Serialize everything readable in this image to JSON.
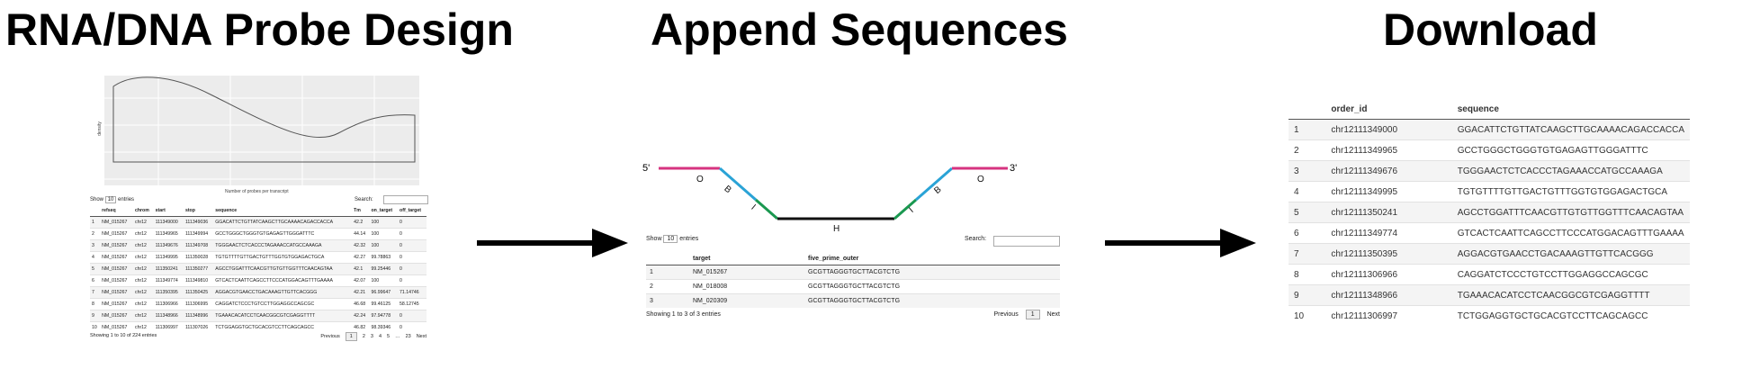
{
  "headings": {
    "design": "RNA/DNA Probe Design",
    "append": "Append Sequences",
    "download": "Download"
  },
  "panel1": {
    "plot": {
      "xlabel": "Number of probes per transcript",
      "ylabel": "density",
      "background": "#ececec",
      "curve_color": "#555555"
    },
    "show_label": "Show",
    "entries_value": "10",
    "entries_label": "entries",
    "search_label": "Search:",
    "columns": [
      "",
      "refseq",
      "chrom",
      "start",
      "stop",
      "sequence",
      "Tm",
      "on_target",
      "off_target"
    ],
    "rows": [
      [
        "1",
        "NM_015267",
        "chr12",
        "111349000",
        "111349036",
        "GGACATTCTGTTATCAAGCTTGCAAAACAGACCACCA",
        "42.2",
        "100",
        "0"
      ],
      [
        "2",
        "NM_015267",
        "chr12",
        "111349965",
        "111349994",
        "GCCTGGGCTGGGTGTGAGAGTTGGGATTTC",
        "44.14",
        "100",
        "0"
      ],
      [
        "3",
        "NM_015267",
        "chr12",
        "111349676",
        "111349708",
        "TGGGAACTCTCACCCTAGAAACCATGCCAAAGA",
        "42.32",
        "100",
        "0"
      ],
      [
        "4",
        "NM_015267",
        "chr12",
        "111349995",
        "111350028",
        "TGTGTTTTGTTGACTGTTTGGTGTGGAGACTGCA",
        "42.27",
        "99.78863",
        "0"
      ],
      [
        "5",
        "NM_015267",
        "chr12",
        "111350241",
        "111350277",
        "AGCCTGGATTTCAACGTTGTGTTGGTTTCAACAGTAA",
        "42.1",
        "99.25446",
        "0"
      ],
      [
        "6",
        "NM_015267",
        "chr12",
        "111349774",
        "111349810",
        "GTCACTCAATTCAGCCTTCCCATGGACAGTTTGAAAA",
        "42.07",
        "100",
        "0"
      ],
      [
        "7",
        "NM_015267",
        "chr12",
        "111350395",
        "111350425",
        "AGGACGTGAACCTGACAAAGTTGTTCACGGG",
        "42.21",
        "96.99647",
        "71.14746"
      ],
      [
        "8",
        "NM_015267",
        "chr12",
        "111306966",
        "111306995",
        "CAGGATCTCCCTGTCCTTGGAGGCCAGCGC",
        "46.68",
        "99.46125",
        "58.12745"
      ],
      [
        "9",
        "NM_015267",
        "chr12",
        "111348966",
        "111348996",
        "TGAAACACATCCTCAACGGCGTCGAGGTTTT",
        "42.24",
        "97.94778",
        "0"
      ],
      [
        "10",
        "NM_015267",
        "chr12",
        "111306997",
        "111307026",
        "TCTGGAGGTGCTGCACGTCCTTCAGCAGCC",
        "46.82",
        "98.39346",
        "0"
      ]
    ],
    "info": "Showing 1 to 10 of 224 entries",
    "pager": {
      "prev": "Previous",
      "pages": [
        "1",
        "2",
        "3",
        "4",
        "5",
        "…",
        "23"
      ],
      "next": "Next"
    }
  },
  "panel2": {
    "diagram": {
      "five_prime": "5'",
      "three_prime": "3'",
      "labels": [
        "O",
        "B",
        "I",
        "H",
        "I",
        "B",
        "O"
      ],
      "colors": {
        "outer": "#d6337f",
        "bridge": "#2aa3d6",
        "inner": "#1a9850",
        "hybrid": "#111111"
      }
    },
    "show_label": "Show",
    "entries_value": "10",
    "entries_label": "entries",
    "search_label": "Search:",
    "columns": [
      "",
      "target",
      "five_prime_outer"
    ],
    "rows": [
      [
        "1",
        "NM_015267",
        "GCGTTAGGGTGCTTACGTCTG"
      ],
      [
        "2",
        "NM_018008",
        "GCGTTAGGGTGCTTACGTCTG"
      ],
      [
        "3",
        "NM_020309",
        "GCGTTAGGGTGCTTACGTCTG"
      ]
    ],
    "info": "Showing 1 to 3 of 3 entries",
    "pager": {
      "prev": "Previous",
      "pages": [
        "1"
      ],
      "next": "Next"
    }
  },
  "panel3": {
    "columns": [
      "",
      "order_id",
      "sequence"
    ],
    "rows": [
      [
        "1",
        "chr12111349000",
        "GGACATTCTGTTATCAAGCTTGCAAAACAGACCACCA"
      ],
      [
        "2",
        "chr12111349965",
        "GCCTGGGCTGGGTGTGAGAGTTGGGATTTC"
      ],
      [
        "3",
        "chr12111349676",
        "TGGGAACTCTCACCCTAGAAACCATGCCAAAGA"
      ],
      [
        "4",
        "chr12111349995",
        "TGTGTTTTGTTGACTGTTTGGTGTGGAGACTGCA"
      ],
      [
        "5",
        "chr12111350241",
        "AGCCTGGATTTCAACGTTGTGTTGGTTTCAACAGTAA"
      ],
      [
        "6",
        "chr12111349774",
        "GTCACTCAATTCAGCCTTCCCATGGACAGTTTGAAAA"
      ],
      [
        "7",
        "chr12111350395",
        "AGGACGTGAACCTGACAAAGTTGTTCACGGG"
      ],
      [
        "8",
        "chr12111306966",
        "CAGGATCTCCCTGTCCTTGGAGGCCAGCGC"
      ],
      [
        "9",
        "chr12111348966",
        "TGAAACACATCCTCAACGGCGTCGAGGTTTT"
      ],
      [
        "10",
        "chr12111306997",
        "TCTGGAGGTGCTGCACGTCCTTCAGCAGCC"
      ]
    ]
  },
  "arrow_color": "#000000"
}
